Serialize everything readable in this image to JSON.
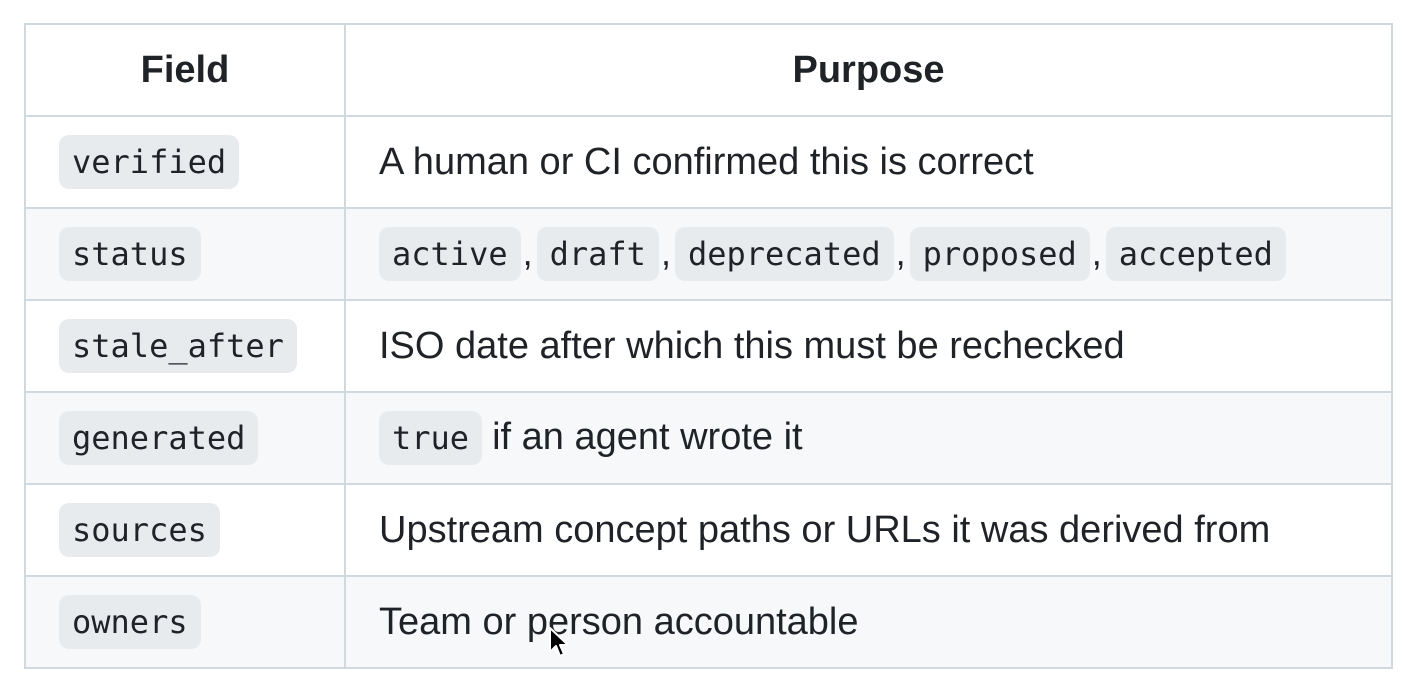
{
  "table": {
    "headers": [
      "Field",
      "Purpose"
    ],
    "rows": [
      {
        "field": "verified",
        "purpose_text": "A human or CI confirmed this is correct"
      },
      {
        "field": "status",
        "purpose_codes": [
          "active",
          "draft",
          "deprecated",
          "proposed",
          "accepted"
        ],
        "separator": ","
      },
      {
        "field": "stale_after",
        "purpose_text": "ISO date after which this must be rechecked"
      },
      {
        "field": "generated",
        "purpose_code": "true",
        "purpose_text": "if an agent wrote it"
      },
      {
        "field": "sources",
        "purpose_text": "Upstream concept paths or URLs it was derived from"
      },
      {
        "field": "owners",
        "purpose_text": "Team or person accountable"
      }
    ]
  },
  "icons": {
    "cursor": "mouse-pointer-icon"
  }
}
